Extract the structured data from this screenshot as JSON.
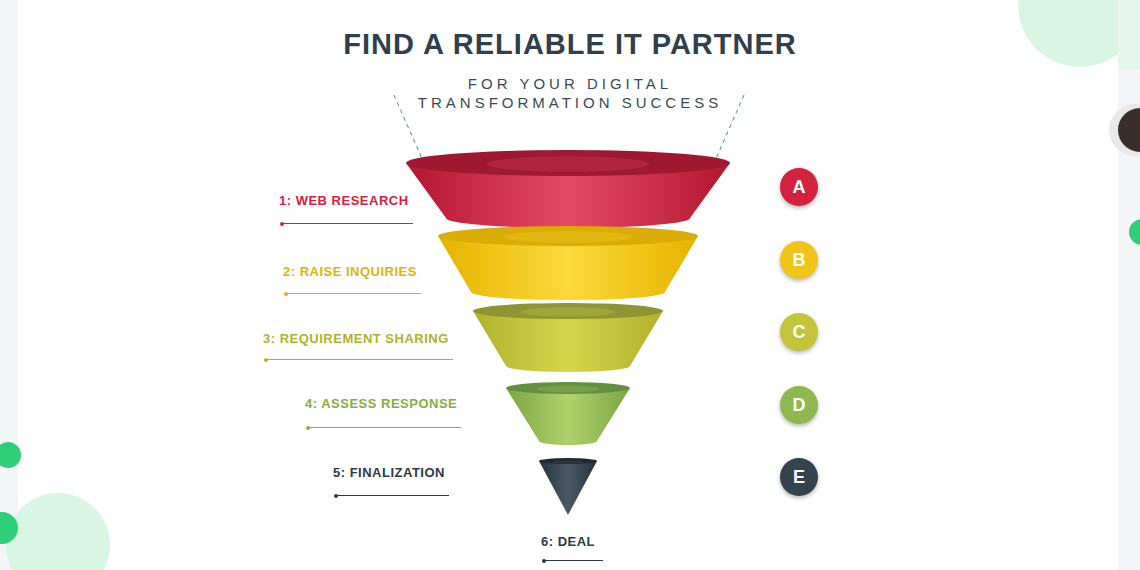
{
  "diagram": {
    "title": "FIND A RELIABLE IT PARTNER",
    "nodes": [
      {
        "text": [
          "1: WEB RESEARCH"
        ]
      },
      {
        "text": [
          "2: RAISE INQUIRIES"
        ]
      },
      {
        "text": [
          "3: REQUIREMENT SHARING"
        ]
      },
      {
        "text": [
          "4: ASSESS RESPONSE"
        ]
      },
      {
        "text": [
          "5: FINALIZATION"
        ]
      },
      {
        "text": [
          "A"
        ]
      },
      {
        "text": [
          "B"
        ]
      },
      {
        "text": [
          "C"
        ]
      },
      {
        "text": [
          "D"
        ]
      },
      {
        "text": [
          "E"
        ]
      }
    ],
    "labels": [
      "FOR YOUR DIGITAL TRANSFORMATION SUCCESS",
      "6: DEAL"
    ]
  }
}
